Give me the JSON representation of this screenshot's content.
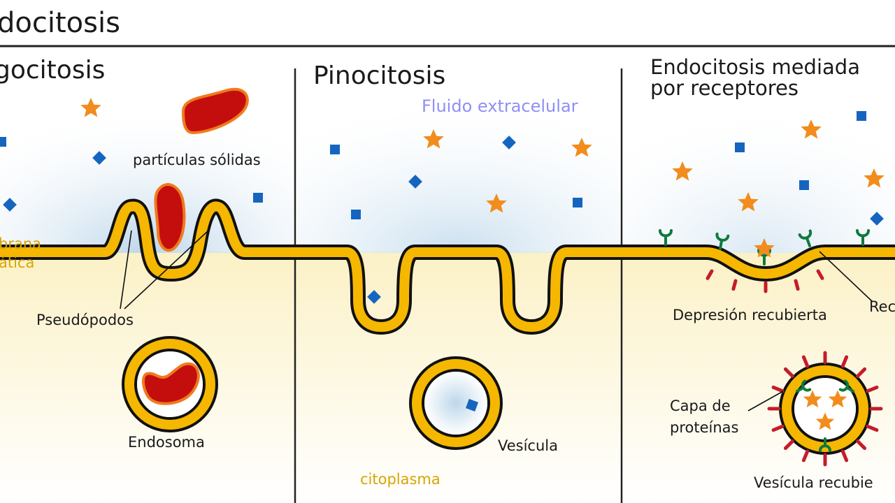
{
  "title": "docitosis",
  "sections": {
    "fagocitosis": {
      "title": "gocitosis",
      "label_particles": "partículas sólidas",
      "label_membrane_1": "brana",
      "label_membrane_2": "ática",
      "label_pseudopods": "Pseudópodos",
      "label_endosome": "Endosoma"
    },
    "pinocitosis": {
      "title": "Pinocitosis",
      "label_fluid": "Fluido extracelular",
      "label_vesicle": "Vesícula",
      "label_cytoplasm": "citoplasma"
    },
    "receptores": {
      "title_line1": "Endocitosis mediada",
      "title_line2": "por receptores",
      "label_pit": "Depresión recubierta",
      "label_receptor": "Rec",
      "label_coat_1": "Capa de",
      "label_coat_2": "proteínas",
      "label_coated_vesicle": "Vesícula recubie"
    }
  },
  "colors": {
    "membrane_outline": "#111111",
    "membrane_fill": "#f5b700",
    "particle": "#c40e0e",
    "particle_rim": "#f07a1c",
    "star": "#f28c1c",
    "square": "#1565c0",
    "receptor": "#0d7a3c",
    "coat": "#c41c2a",
    "extracellular": "#cfe3f2",
    "cytoplasm": "#fbf4d2"
  },
  "icons": [
    "star-molecule-icon",
    "square-molecule-icon",
    "receptor-icon",
    "coat-protein-icon"
  ]
}
